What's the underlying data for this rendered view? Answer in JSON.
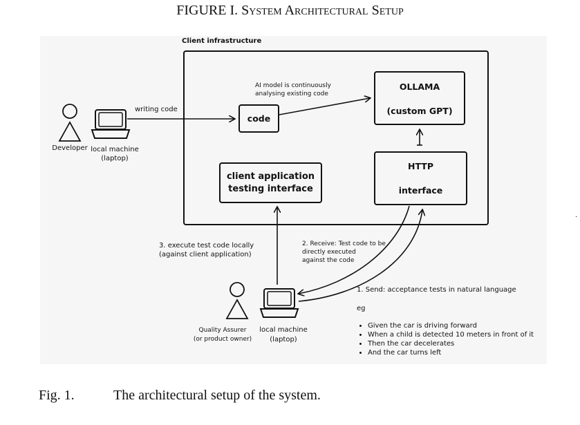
{
  "figure": {
    "title_prefix": "FIGURE I.",
    "title_rest": "System Architectural Setup",
    "caption_label": "Fig. 1.",
    "caption_text": "The architectural setup of the system."
  },
  "diagram": {
    "infra_label": "Client infrastructure",
    "developer_label": "Developer",
    "dev_machine_line1": "local machine",
    "dev_machine_line2": "(laptop)",
    "writing_code": "writing code",
    "code_box": "code",
    "ai_note_line1": "AI model is continuously",
    "ai_note_line2": "analysing existing code",
    "ollama_line1": "OLLAMA",
    "ollama_line2": "(custom GPT)",
    "http_line1": "HTTP",
    "http_line2": "interface",
    "client_app_line1": "client application",
    "client_app_line2": "testing interface",
    "step3_line1": "3. execute test code locally",
    "step3_line2": "(against client application)",
    "step2_line1": "2. Receive: Test code to be",
    "step2_line2": "directly executed",
    "step2_line3": "against the code",
    "step1": "1. Send: acceptance tests in natural language",
    "eg": "eg",
    "bullets": [
      "Given the car is driving forward",
      "When a child is detected 10 meters in front of it",
      "Then the car decelerates",
      "And the car turns left"
    ],
    "qa_line1": "Quality Assurer",
    "qa_line2": "(or product owner)",
    "qa_machine_line1": "local machine",
    "qa_machine_line2": "(laptop)",
    "stray_mark": "."
  }
}
